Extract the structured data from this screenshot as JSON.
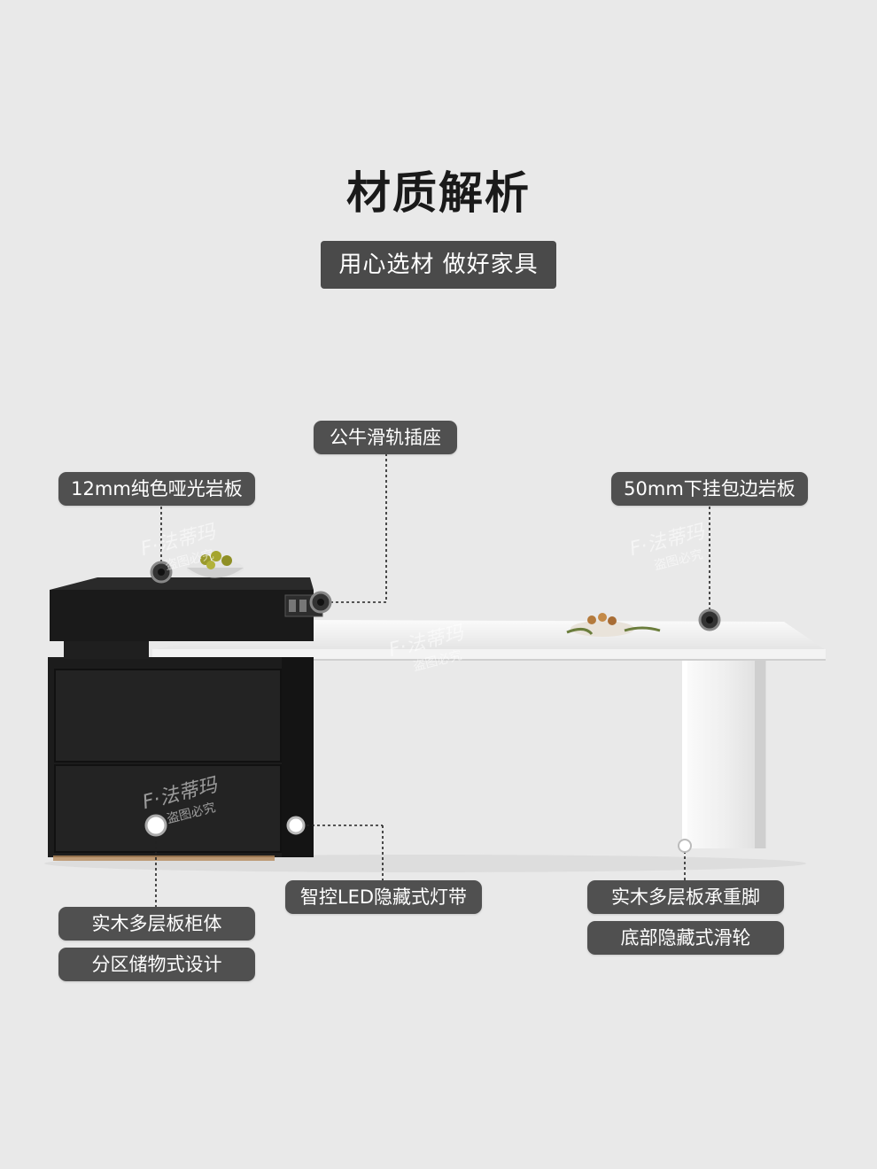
{
  "header": {
    "title": "材质解析",
    "subtitle": "用心选材 做好家具"
  },
  "callouts": {
    "top_slab": "12mm纯色哑光岩板",
    "socket": "公牛滑轨插座",
    "edge_slab": "50mm下挂包边岩板",
    "cabinet_body": "实木多层板柜体",
    "storage": "分区储物式设计",
    "led": "智控LED隐藏式灯带",
    "legs": "实木多层板承重脚",
    "wheels": "底部隐藏式滑轮"
  },
  "watermark": {
    "brand": "F·法蒂玛",
    "notice": "盗图必究"
  },
  "colors": {
    "background": "#e9e9e9",
    "tag_fill": "#505050",
    "cabinet": "#1c1c1c",
    "tabletop": "#f7f7f7"
  }
}
